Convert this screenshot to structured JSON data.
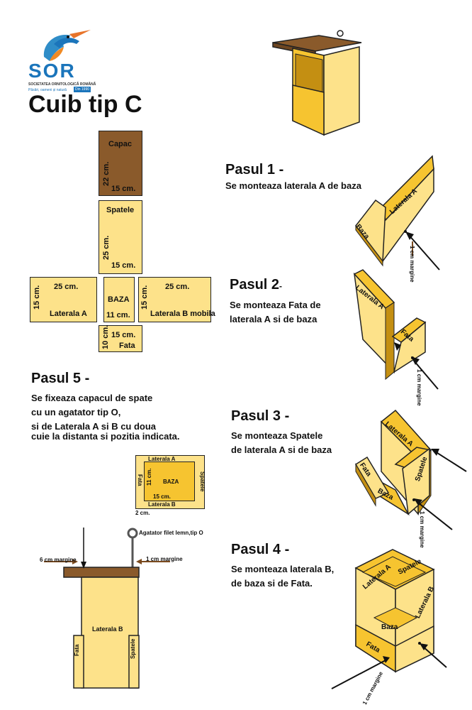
{
  "logo": {
    "name": "SOR",
    "org": "SOCIETATEA ORNITOLOGICĂ ROMÂNĂ",
    "motto": "Păsări, oameni și natură",
    "since": "Din 1990"
  },
  "title": "Cuib tip C",
  "layout": {
    "capac": {
      "name": "Capac",
      "h": "22 cm.",
      "w": "15 cm."
    },
    "spatele": {
      "name": "Spatele",
      "h": "25 cm.",
      "w": "15 cm."
    },
    "lateral_a": {
      "name": "Laterala A",
      "w": "25 cm.",
      "h": "15 cm."
    },
    "baza": {
      "name": "BAZA",
      "w": "11 cm."
    },
    "lateral_b": {
      "name": "Laterala B mobila",
      "w": "25 cm.",
      "h": "15 cm."
    },
    "fata": {
      "name": "Fata",
      "h": "10 cm.",
      "w": "15 cm."
    }
  },
  "steps": {
    "s1": {
      "title": "Pasul 1 -",
      "lines": [
        "Se monteaza laterala A de baza"
      ]
    },
    "s2": {
      "title": "Pasul 2",
      "dash": "-",
      "lines": [
        "Se monteaza Fata de",
        "laterala A si de baza"
      ]
    },
    "s3": {
      "title": "Pasul 3 -",
      "lines": [
        "Se monteaza Spatele",
        "de laterala A si de baza"
      ]
    },
    "s4": {
      "title": "Pasul 4 -",
      "lines": [
        "Se monteaza laterala B,",
        "de baza si de Fata."
      ]
    },
    "s5": {
      "title": "Pasul 5 -",
      "lines": [
        "Se fixeaza capacul de spate",
        "cu un agatator tip O,",
        "si de Laterala A si B cu doua",
        "cuie la distanta si pozitia indicata."
      ]
    }
  },
  "figs": {
    "lateral_a": "Laterala A",
    "baza": "Baza",
    "fata": "Fata",
    "spatele": "Spatele",
    "margin": "1 cm margine",
    "lateral_b": "Laterala B"
  },
  "top_view": {
    "lateral_a": "Laterala A",
    "fata": "Fata",
    "h": "11 cm.",
    "baza": "BAZA",
    "spatele": "Spatele",
    "w": "15 cm.",
    "lateral_b": "Laterala B",
    "gap": "2 cm."
  },
  "side_view": {
    "hook": "Agatator filet lemn,tip O",
    "margin_left": "6 cm margine",
    "margin_right": "1 cm margine",
    "lateral_b": "Laterala B",
    "fata": "Fata",
    "spatele": "Spatele"
  },
  "colors": {
    "wood": "#fde28a",
    "wood_dark": "#f6c430",
    "roof": "#8a5a2b",
    "arrow": "#7a4a1e",
    "logo_blue": "#1b75bb"
  }
}
